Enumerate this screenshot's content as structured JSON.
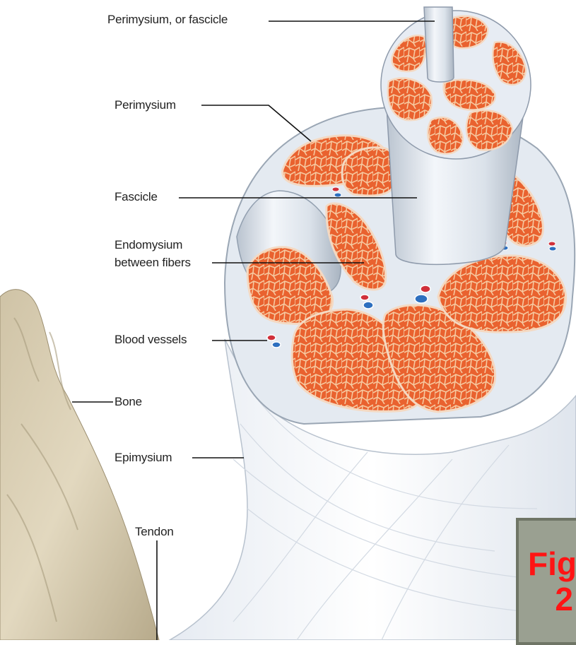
{
  "labels": {
    "perimysium_or_fascicle": "Perimysium, or fascicle",
    "perimysium": "Perimysium",
    "fascicle": "Fascicle",
    "endomysium_line1": "Endomysium",
    "endomysium_line2": "between fibers",
    "blood_vessels": "Blood vessels",
    "bone": "Bone",
    "epimysium": "Epimysium",
    "tendon": "Tendon"
  },
  "caption": {
    "line1": "Fig",
    "line2": "2"
  },
  "colors": {
    "muscle_fill": "#ec6a3c",
    "muscle_net": "#f6c9a0",
    "connective_tissue": "#e4eaf1",
    "bone": "#d8ccb0",
    "artery": "#d0303a",
    "vein": "#2d6fbf",
    "caption_bg": "#9aa091",
    "caption_text": "#ff1414"
  }
}
